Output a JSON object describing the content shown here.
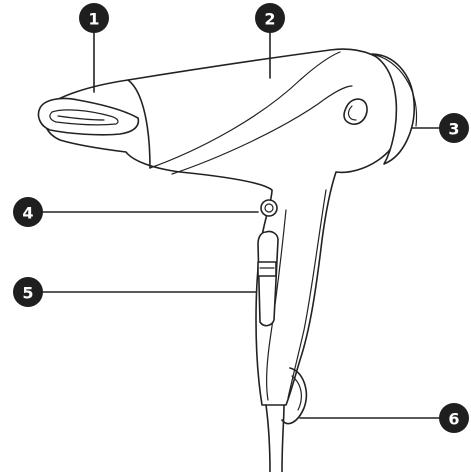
{
  "callouts": {
    "c1": "1",
    "c2": "2",
    "c3": "3",
    "c4": "4",
    "c5": "5",
    "c6": "6"
  },
  "colors": {
    "line": "#222222",
    "badge": "#1f1f1f",
    "badge_text": "#ffffff",
    "background": "#ffffff"
  }
}
